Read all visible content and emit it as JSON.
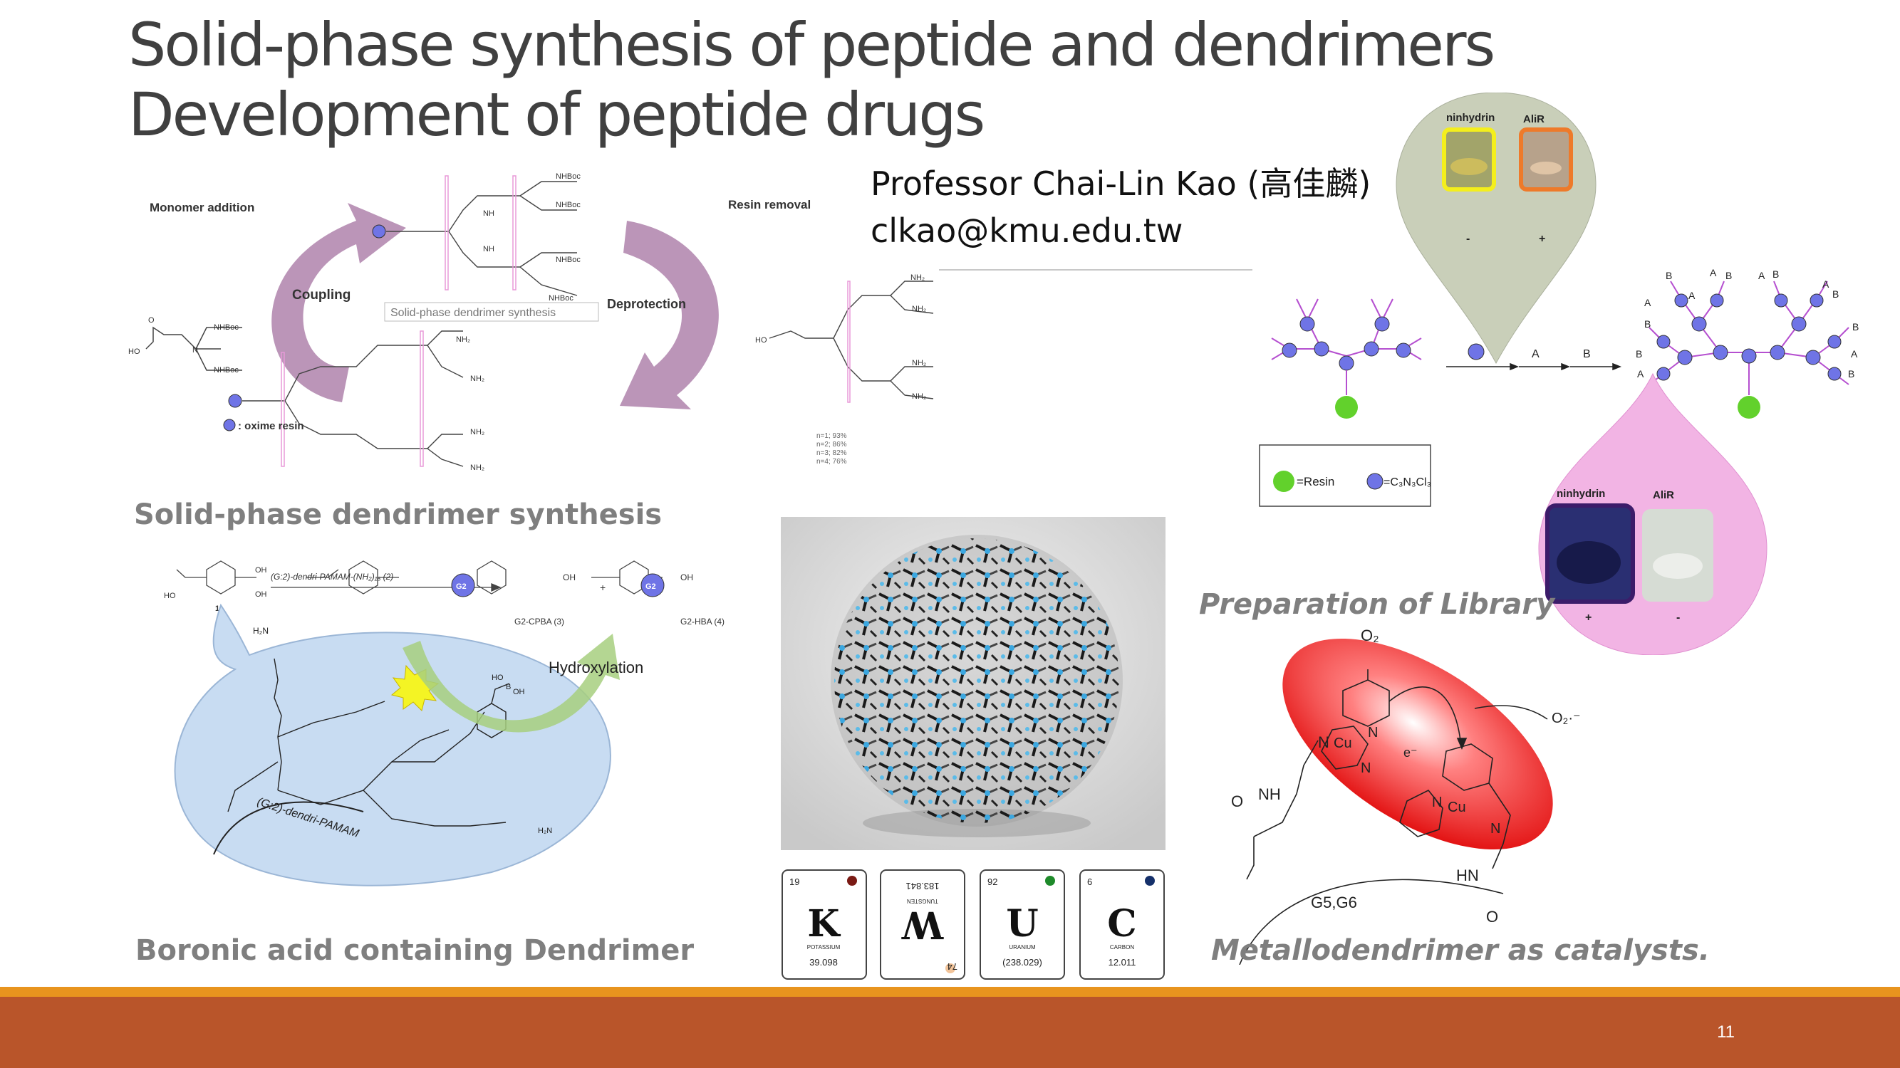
{
  "slide": {
    "title_line1": "Solid-phase synthesis of peptide and dendrimers",
    "title_line2": "Development of peptide drugs",
    "professor": "Professor Chai-Lin Kao (高佳麟)",
    "email": "clkao@kmu.edu.tw",
    "page_number": "11"
  },
  "captions": {
    "solid_phase": "Solid-phase dendrimer synthesis",
    "boronic": "Boronic acid containing Dendrimer",
    "library": "Preparation of Library",
    "metallo": "Metallodendrimer as catalysts."
  },
  "scheme1": {
    "monomer_addition": "Monomer addition",
    "coupling": "Coupling",
    "resin_removal": "Resin removal",
    "deprotection": "Deprotection",
    "inner_label": "Solid-phase dendrimer synthesis",
    "oxime_resin": ": oxime resin",
    "nhboc": "NHBoc",
    "nh": "NH",
    "nh2": "NH₂",
    "ho": "HO",
    "o": "O",
    "n": "N",
    "yields": [
      "n=1; 93%",
      "n=2; 86%",
      "n=3; 82%",
      "n=4; 76%"
    ]
  },
  "scheme2": {
    "reagent": "(G:2)-dendri-PAMAM-(NH₂)₁₆ (2)",
    "compound1": "1",
    "g2_cpba": "G2-CPBA (3)",
    "g2_hba": "G2-HBA (4)",
    "g2": "G2",
    "plus": "+",
    "hydroxylation": "Hydroxylation",
    "pamam": "(G:2)-dendri-PAMAM",
    "oh": "OH",
    "b": "B",
    "h2n": "H₂N",
    "ho": "HO"
  },
  "library": {
    "ninhydrin": "ninhydrin",
    "alir": "AliR",
    "minus": "-",
    "plus": "+",
    "a": "A",
    "b": "B",
    "resin_legend": "=Resin",
    "triazine_legend": "=C₃N₃Cl₃"
  },
  "metallo": {
    "o2": "O₂",
    "o2_radical": "O₂·⁻",
    "cu": "Cu",
    "n": "N",
    "nh": "NH",
    "hn": "HN",
    "o": "O",
    "e": "e⁻",
    "gen": "G5,G6"
  },
  "elements": [
    {
      "number": "19",
      "symbol": "K",
      "name": "POTASSIUM",
      "mass": "39.098",
      "dot": "#7a1a14",
      "flipped": false
    },
    {
      "number": "74",
      "symbol": "W",
      "name": "TUNGSTEN",
      "mass": "183.841",
      "dot": "#f2c49a",
      "flipped": true
    },
    {
      "number": "92",
      "symbol": "U",
      "name": "URANIUM",
      "mass": "(238.029)",
      "dot": "#1e8a2a",
      "flipped": false
    },
    {
      "number": "6",
      "symbol": "C",
      "name": "CARBON",
      "mass": "12.011",
      "dot": "#15306a",
      "flipped": false
    }
  ],
  "colors": {
    "title": "#404040",
    "caption": "#7f7f7f",
    "footer": "#b9552a",
    "footer_line": "#e8941e",
    "arrow_purple": "#b48ab0",
    "bead_blue": "#6f74e6",
    "resin_green": "#62d12c",
    "bubble_blue": "#c8dcf2",
    "catalyst_red": "#f02020"
  }
}
